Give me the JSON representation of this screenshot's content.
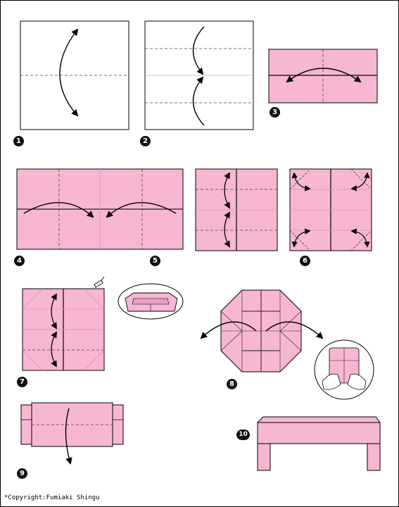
{
  "colors": {
    "paper": "#f7b6d2",
    "fold_line": "#222222",
    "outline": "#000000",
    "background": "#ffffff"
  },
  "steps": [
    {
      "number": "1"
    },
    {
      "number": "2"
    },
    {
      "number": "3"
    },
    {
      "number": "4"
    },
    {
      "number": "5"
    },
    {
      "number": "6"
    },
    {
      "number": "7"
    },
    {
      "number": "8"
    },
    {
      "number": "9"
    },
    {
      "number": "10"
    }
  ],
  "copyright": "*Copyright:Fumiaki Shingu"
}
